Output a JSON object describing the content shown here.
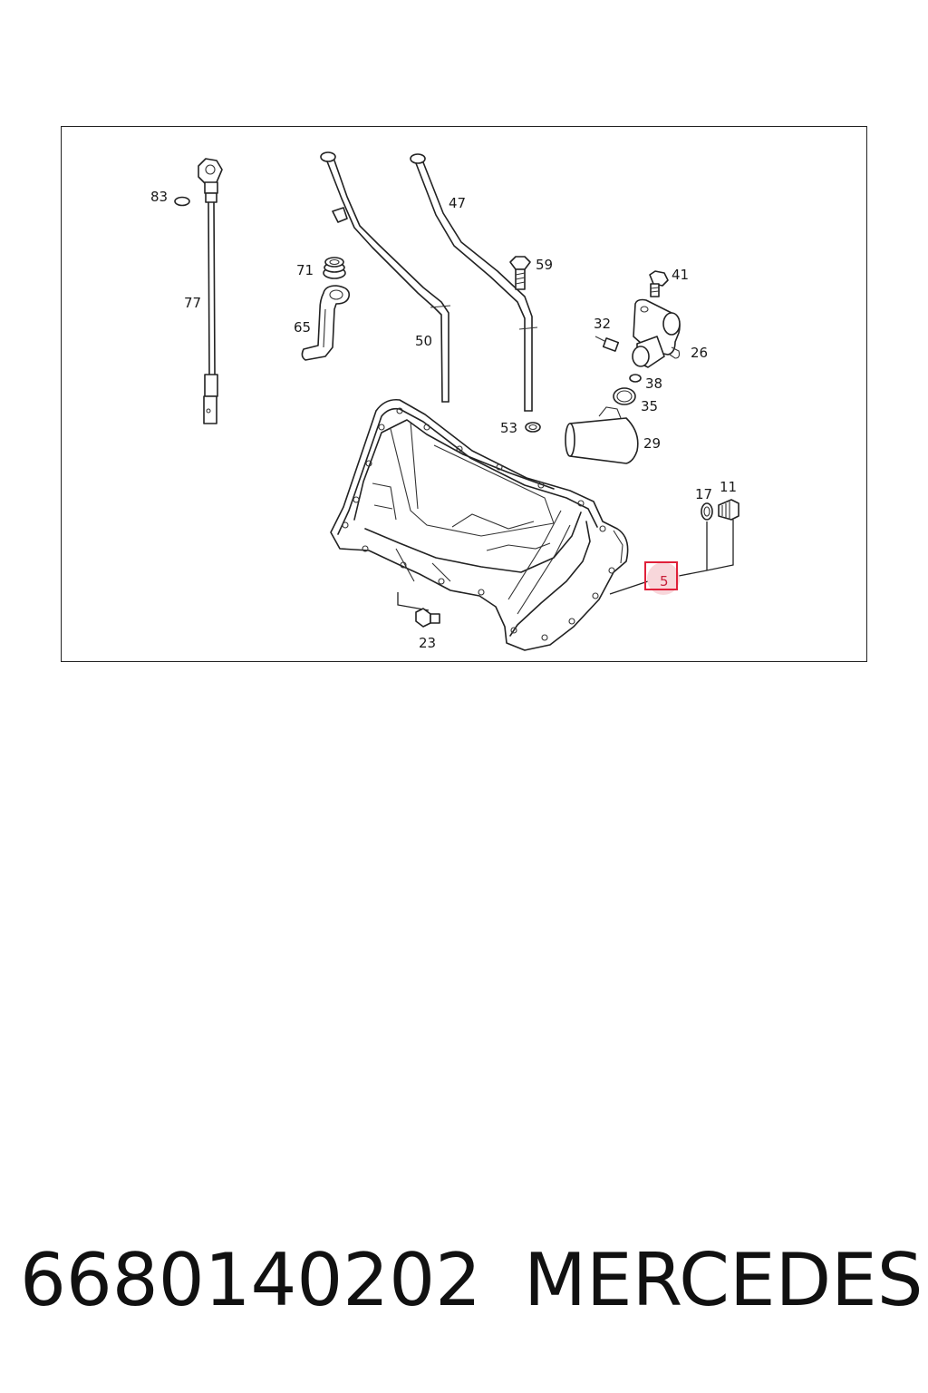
{
  "callouts": {
    "c83": "83",
    "c77": "77",
    "c71": "71",
    "c65": "65",
    "c50": "50",
    "c47": "47",
    "c59": "59",
    "c41": "41",
    "c32": "32",
    "c26": "26",
    "c38": "38",
    "c35": "35",
    "c53": "53",
    "c29": "29",
    "c17": "17",
    "c11": "11",
    "c5": "5",
    "c23": "23"
  },
  "highlight": {
    "callout": "5",
    "color": "#e0203a"
  },
  "footer": {
    "part_number": "6680140202",
    "brand": "MERCEDES"
  }
}
